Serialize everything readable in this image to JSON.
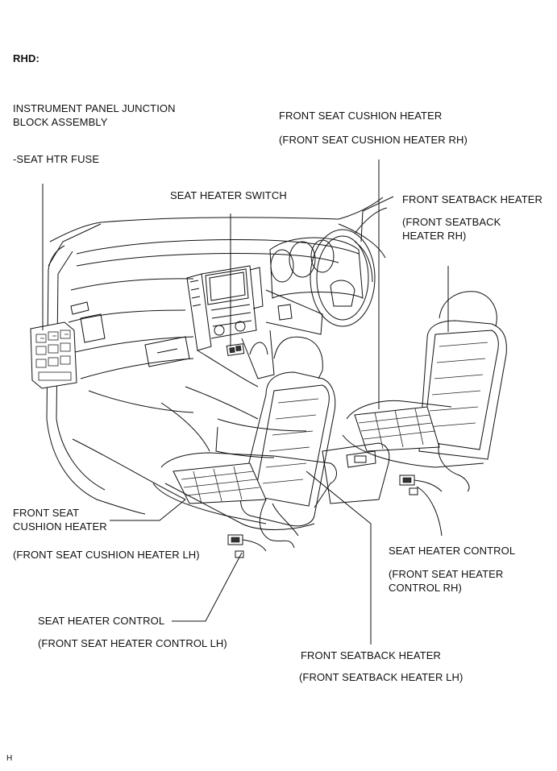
{
  "header": {
    "variant": "RHD:"
  },
  "labels": {
    "ipjb_line1": "INSTRUMENT PANEL JUNCTION",
    "ipjb_line2": "BLOCK ASSEMBLY",
    "fuse": "-SEAT HTR FUSE",
    "seat_heater_switch": "SEAT HEATER SWITCH",
    "cushion_heater_rh_title": "FRONT SEAT CUSHION HEATER",
    "cushion_heater_rh_sub": "(FRONT SEAT CUSHION HEATER RH)",
    "seatback_heater_rh_title": "FRONT SEATBACK HEATER",
    "seatback_heater_rh_sub1": "(FRONT SEATBACK",
    "seatback_heater_rh_sub2": "HEATER RH)",
    "cushion_heater_lh_title1": "FRONT SEAT",
    "cushion_heater_lh_title2": "CUSHION HEATER",
    "cushion_heater_lh_sub": "(FRONT SEAT CUSHION HEATER LH)",
    "control_rh_title": "SEAT HEATER CONTROL",
    "control_rh_sub1": "(FRONT SEAT HEATER",
    "control_rh_sub2": "CONTROL RH)",
    "control_lh_title": "SEAT HEATER CONTROL",
    "control_lh_sub": "(FRONT SEAT HEATER CONTROL LH)",
    "seatback_heater_lh_title": "FRONT SEATBACK HEATER",
    "seatback_heater_lh_sub": "(FRONT SEATBACK HEATER LH)"
  },
  "footer": {
    "code": "H"
  }
}
